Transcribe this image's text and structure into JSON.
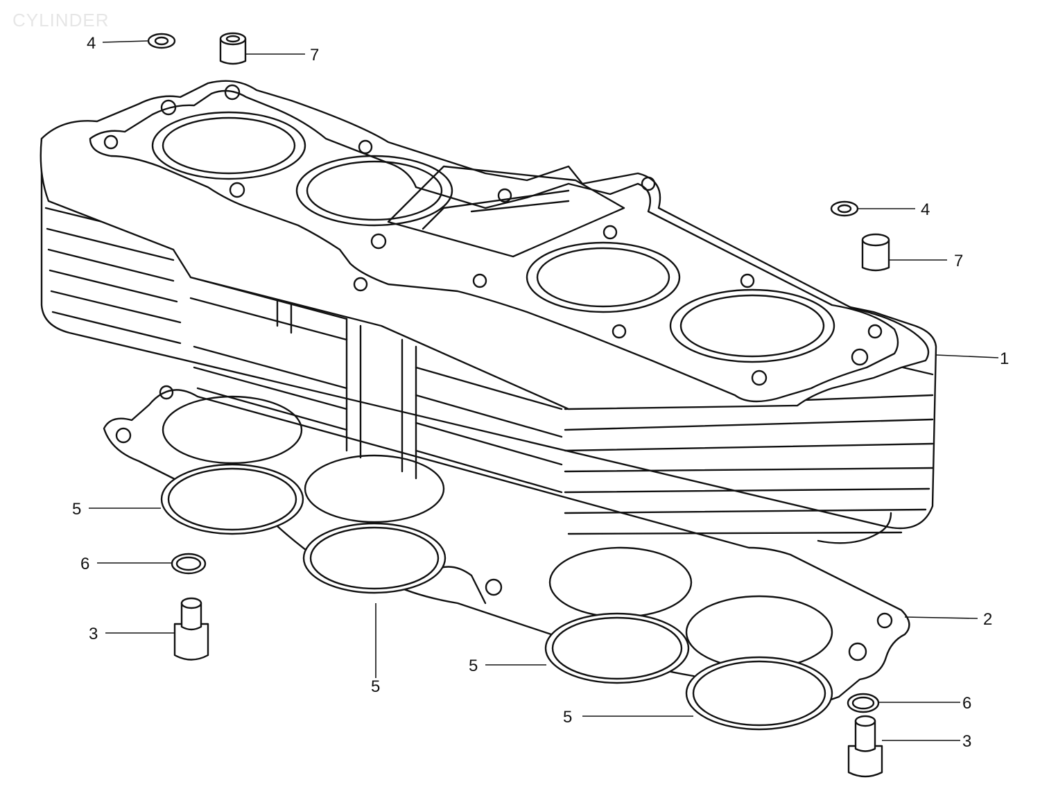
{
  "diagram": {
    "watermark": "CYLINDER",
    "callouts": [
      {
        "id": "c-4a",
        "label": "4"
      },
      {
        "id": "c-7a",
        "label": "7"
      },
      {
        "id": "c-4b",
        "label": "4"
      },
      {
        "id": "c-7b",
        "label": "7"
      },
      {
        "id": "c-1",
        "label": "1"
      },
      {
        "id": "c-5a",
        "label": "5"
      },
      {
        "id": "c-6a",
        "label": "6"
      },
      {
        "id": "c-3a",
        "label": "3"
      },
      {
        "id": "c-5b",
        "label": "5"
      },
      {
        "id": "c-2",
        "label": "2"
      },
      {
        "id": "c-5c",
        "label": "5"
      },
      {
        "id": "c-6b",
        "label": "6"
      },
      {
        "id": "c-5d",
        "label": "5"
      },
      {
        "id": "c-3b",
        "label": "3"
      }
    ]
  }
}
